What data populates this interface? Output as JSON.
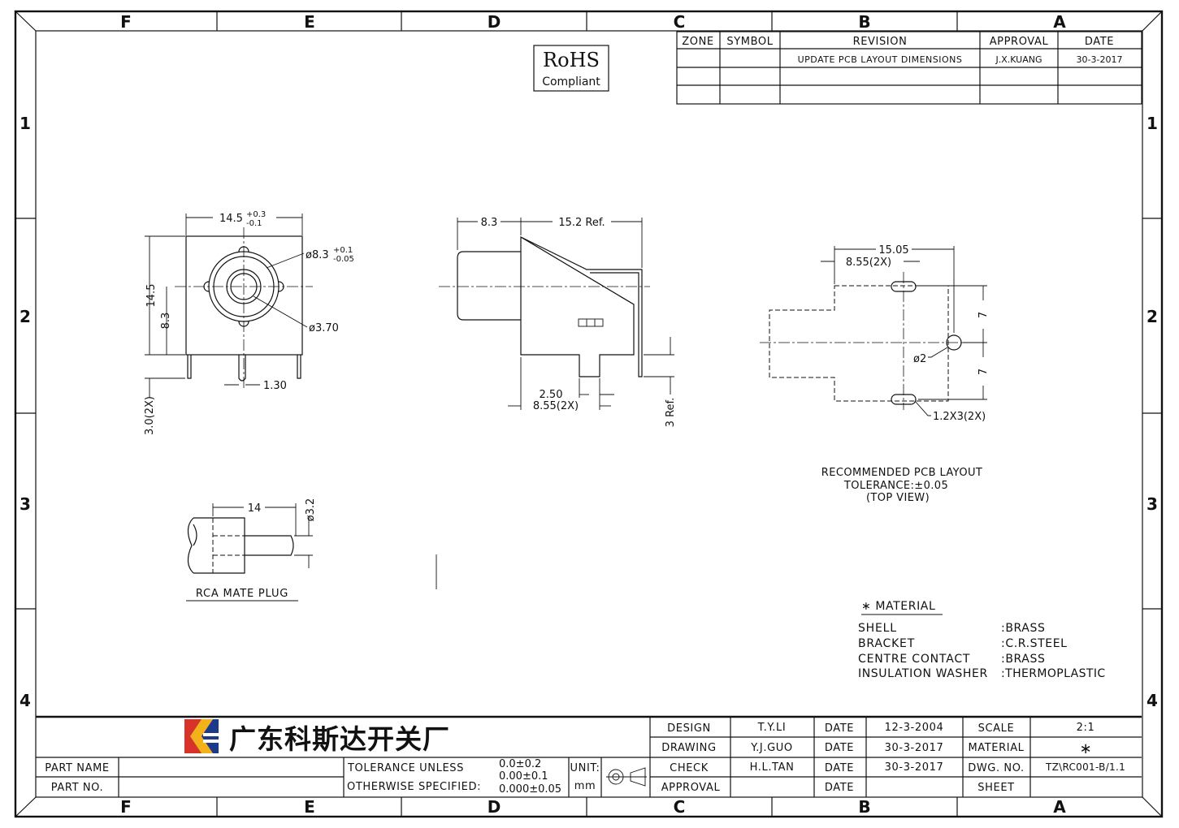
{
  "frame": {
    "columns": [
      "F",
      "E",
      "D",
      "C",
      "B",
      "A"
    ],
    "rows": [
      "1",
      "2",
      "3",
      "4"
    ]
  },
  "rohs": {
    "line1": "RoHS",
    "line2": "Compliant"
  },
  "revision_table": {
    "headers": [
      "ZONE",
      "SYMBOL",
      "REVISION",
      "APPROVAL",
      "DATE"
    ],
    "rows": [
      [
        "",
        "",
        "UPDATE PCB LAYOUT DIMENSIONS",
        "J.X.KUANG",
        "30-3-2017"
      ]
    ]
  },
  "front_view": {
    "width_dim": "14.5",
    "width_tol_plus": "+0.3",
    "width_tol_minus": "-0.1",
    "height_dim": "14.5",
    "center_dim": "8.3",
    "outer_dia": "ø8.3",
    "outer_dia_tol_plus": "+0.1",
    "outer_dia_tol_minus": "-0.05",
    "inner_dia": "ø3.70",
    "pin_dim": "1.30",
    "lead_dim": "3.0(2X)"
  },
  "side_view": {
    "front_dim": "8.3",
    "body_dim": "15.2 Ref.",
    "pin_dim": "2.50",
    "pitch_dim": "8.55(2X)",
    "lead_dim": "3 Ref."
  },
  "pcb_layout": {
    "width_dim": "15.05",
    "pitch_dim": "8.55(2X)",
    "hole_dim": "ø2",
    "slot_dim": "1.2X3(2X)",
    "vspace_top": "7",
    "vspace_bottom": "7",
    "caption1": "RECOMMENDED PCB LAYOUT",
    "caption2": "TOLERANCE:±0.05",
    "caption3": "(TOP VIEW)"
  },
  "mate_plug": {
    "length_dim": "14",
    "dia_dim": "ø3.2",
    "caption": "RCA MATE PLUG"
  },
  "material": {
    "title": "∗ MATERIAL",
    "items": [
      {
        "part": "SHELL",
        "value": ":BRASS"
      },
      {
        "part": "BRACKET",
        "value": ":C.R.STEEL"
      },
      {
        "part": "CENTRE CONTACT",
        "value": ":BRASS"
      },
      {
        "part": "INSULATION WASHER",
        "value": ":THERMOPLASTIC"
      }
    ]
  },
  "title_block": {
    "company": "广东科斯达开关厂",
    "part_name_label": "PART NAME",
    "part_no_label": "PART NO.",
    "tolerance_label1": "TOLERANCE UNLESS",
    "tolerance_label2": "OTHERWISE SPECIFIED:",
    "tol1": "0.0±0.2",
    "tol2": "0.00±0.1",
    "tol3": "0.000±0.05",
    "unit_label": "UNIT:",
    "unit_value": "mm",
    "design_label": "DESIGN",
    "design_name": "T.Y.LI",
    "design_date": "12-3-2004",
    "drawing_label": "DRAWING",
    "drawing_name": "Y.J.GUO",
    "drawing_date": "30-3-2017",
    "check_label": "CHECK",
    "check_name": "H.L.TAN",
    "check_date": "30-3-2017",
    "approval_label": "APPROVAL",
    "approval_name": "",
    "approval_date": "",
    "date_label": "DATE",
    "scale_label": "SCALE",
    "scale_value": "2:1",
    "material_label": "MATERIAL",
    "material_value": "∗",
    "dwg_label": "DWG. NO.",
    "dwg_value": "TZ\\RC001-B/1.1",
    "sheet_label": "SHEET",
    "sheet_value": ""
  }
}
